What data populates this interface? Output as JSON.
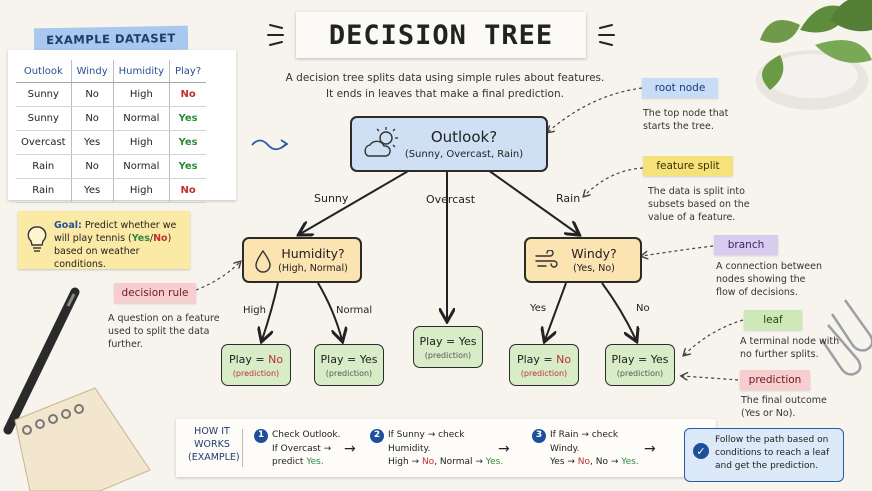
{
  "title": "DECISION TREE",
  "subtitle": [
    "A decision tree splits data using simple rules about features.",
    "It ends in leaves that make a final prediction."
  ],
  "dataset": {
    "tag": "EXAMPLE DATASET",
    "headers": [
      "Outlook",
      "Windy",
      "Humidity",
      "Play?"
    ],
    "rows": [
      [
        "Sunny",
        "No",
        "High",
        "No"
      ],
      [
        "Sunny",
        "No",
        "Normal",
        "Yes"
      ],
      [
        "Overcast",
        "Yes",
        "High",
        "Yes"
      ],
      [
        "Rain",
        "No",
        "Normal",
        "Yes"
      ],
      [
        "Rain",
        "Yes",
        "High",
        "No"
      ]
    ]
  },
  "goal": {
    "label": "Goal:",
    "text1": " Predict whether we will play tennis (",
    "yes": "Yes",
    "slash": "/",
    "no": "No",
    "text2": ") based on weather conditions."
  },
  "tree": {
    "root": {
      "title": "Outlook?",
      "values": "(Sunny, Overcast, Rain)"
    },
    "branches": {
      "sunny": "Sunny",
      "overcast": "Overcast",
      "rain": "Rain"
    },
    "humidity": {
      "title": "Humidity?",
      "values": "(High, Normal)"
    },
    "windy": {
      "title": "Windy?",
      "values": "(Yes, No)"
    },
    "sub_branches": {
      "high": "High",
      "normal": "Normal",
      "yes": "Yes",
      "no": "No"
    },
    "leaves": [
      {
        "prefix": "Play = ",
        "value": "No",
        "note": "(prediction)"
      },
      {
        "prefix": "Play = ",
        "value": "Yes",
        "note": "(prediction)"
      },
      {
        "prefix": "Play = ",
        "value": "Yes",
        "note": "(prediction)"
      },
      {
        "prefix": "Play = ",
        "value": "No",
        "note": "(prediction)"
      },
      {
        "prefix": "Play = ",
        "value": "Yes",
        "note": "(prediction)"
      }
    ]
  },
  "annotations": {
    "root_node": {
      "tag": "root node",
      "desc": [
        "The top node that",
        "starts the tree."
      ]
    },
    "feature_split": {
      "tag": "feature split",
      "desc": [
        "The data is split into",
        "subsets based on the",
        "value of a feature."
      ]
    },
    "branch": {
      "tag": "branch",
      "desc": [
        "A connection between",
        "nodes showing the",
        "flow of decisions."
      ]
    },
    "leaf": {
      "tag": "leaf",
      "desc": [
        "A terminal node with",
        "no further splits."
      ]
    },
    "prediction": {
      "tag": "prediction",
      "desc": [
        "The final outcome",
        "(Yes or No)."
      ]
    },
    "decision_rule": {
      "tag": "decision rule",
      "desc": [
        "A question on a feature",
        "used to split the data",
        "further."
      ]
    }
  },
  "how_it_works": {
    "title": [
      "HOW IT",
      "WORKS",
      "(EXAMPLE)"
    ],
    "steps": [
      {
        "num": "1",
        "lines": [
          "Check Outlook.",
          "If Overcast →",
          "predict "
        ],
        "yes": "Yes."
      },
      {
        "num": "2",
        "l1": "If Sunny → check",
        "l2": "Humidity.",
        "l3a": "High → ",
        "no": "No",
        "l3b": ", Normal → ",
        "yes": "Yes."
      },
      {
        "num": "3",
        "l1": "If Rain → check",
        "l2": "Windy.",
        "l3a": "Yes → ",
        "no": "No",
        "l3b": ", No → ",
        "yes": "Yes."
      }
    ],
    "arrow": "→",
    "final": [
      "Follow the path based on",
      "conditions to reach a leaf",
      "and get the prediction."
    ],
    "check": "✓"
  },
  "colors": {
    "yes": "#2e8a3a",
    "no": "#c0302c",
    "root": "#cfe0f5",
    "decision": "#fbe3b2",
    "leaf": "#d8ecc8"
  }
}
